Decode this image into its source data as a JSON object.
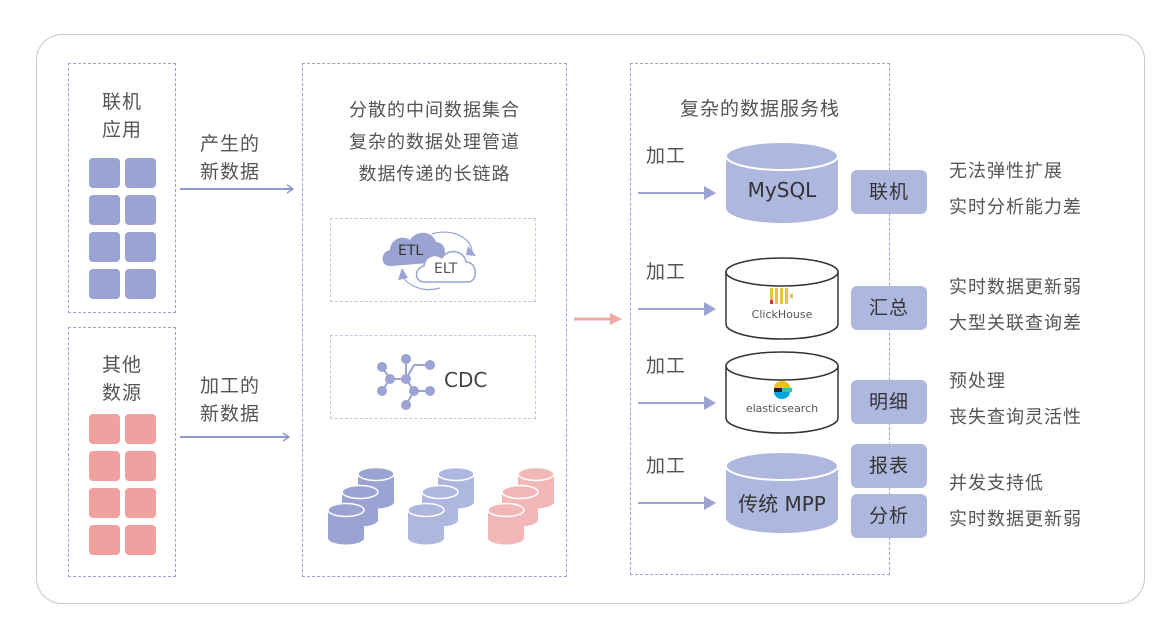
{
  "sources": {
    "online_app": {
      "label_line1": "联机",
      "label_line2": "应用",
      "color": "#9aa3d1"
    },
    "other_sources": {
      "label_line1": "其他",
      "label_line2": "数源",
      "color": "#f0a09e"
    }
  },
  "flows": {
    "generated": {
      "line1": "产生的",
      "line2": "新数据"
    },
    "processed": {
      "line1": "加工的",
      "line2": "新数据"
    }
  },
  "middle": {
    "lines": [
      "分散的中间数据集合",
      "复杂的数据处理管道",
      "数据传递的长链路"
    ],
    "etl_label": "ETL",
    "elt_label": "ELT",
    "cdc_label": "CDC",
    "db_group_colors": [
      "#9aa3d1",
      "#aeb8df",
      "#f2b8b8"
    ]
  },
  "stack": {
    "title": "复杂的数据服务栈",
    "process_label": "加工",
    "rows": [
      {
        "db": "MySQL",
        "tags": [
          "联机"
        ],
        "notes": [
          "无法弹性扩展",
          "实时分析能力差"
        ]
      },
      {
        "db": "ClickHouse",
        "tags": [
          "汇总"
        ],
        "notes": [
          "实时数据更新弱",
          "大型关联查询差"
        ]
      },
      {
        "db": "elasticsearch",
        "tags": [
          "明细"
        ],
        "notes": [
          "预处理",
          "丧失查询灵活性"
        ]
      },
      {
        "db": "传统 MPP",
        "tags": [
          "报表",
          "分析"
        ],
        "notes": [
          "并发支持低",
          "实时数据更新弱"
        ]
      }
    ]
  },
  "colors": {
    "accent_blue": "#9aa3d1",
    "accent_pink": "#f0a09e",
    "tag_bg": "#aeb8df",
    "transition_arrow": "#f2a7a7"
  }
}
